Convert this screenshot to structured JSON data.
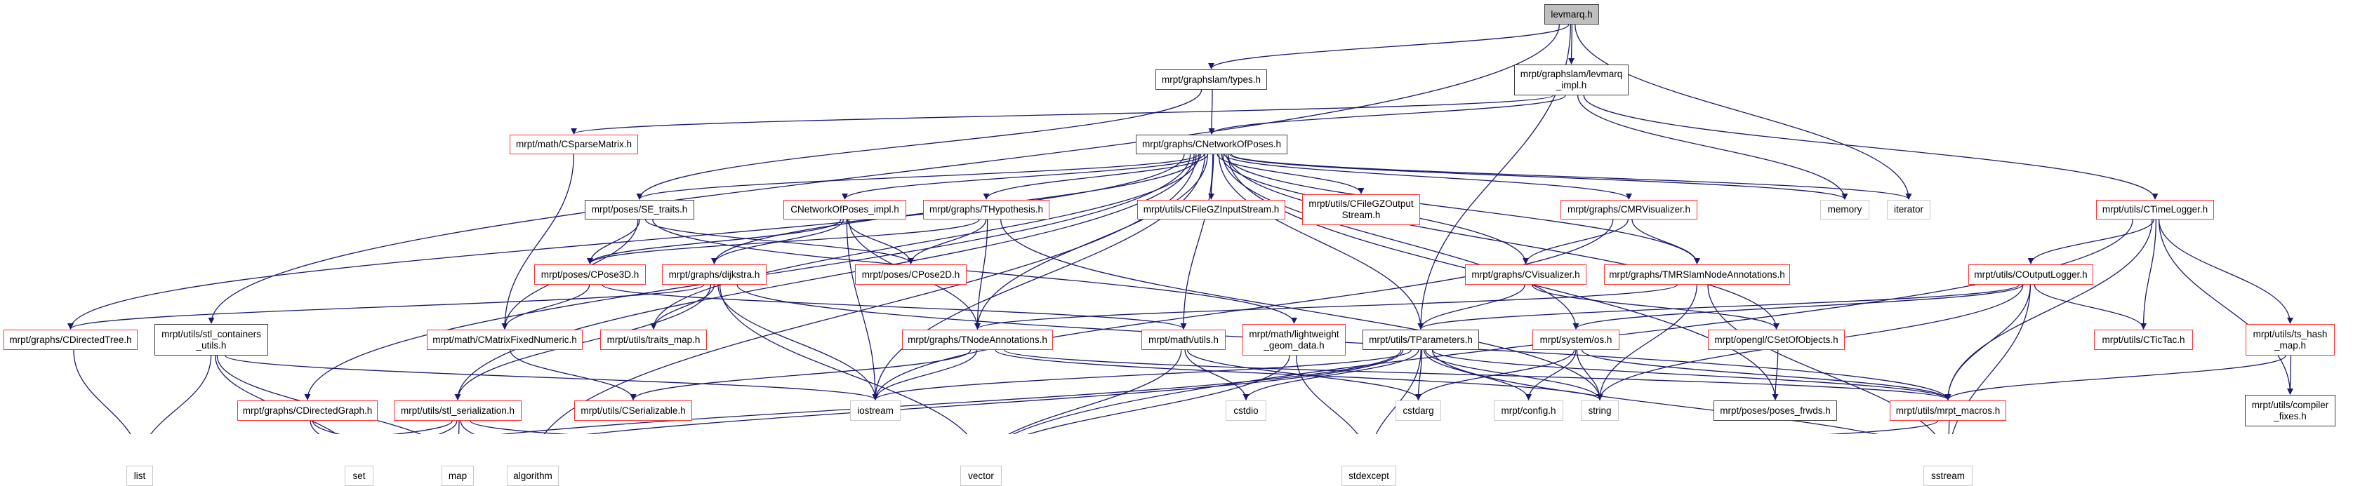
{
  "title": "levmarq.h",
  "colors": {
    "edge": "#191970",
    "link_border": "#ff3030",
    "doc_border": "#404040",
    "external_border": "#c8c8c8",
    "root_fill": "#bfbfbf"
  },
  "nodes": [
    {
      "id": "levmarq",
      "label": "levmarq.h",
      "kind": "root"
    },
    {
      "id": "types",
      "label": "mrpt/graphslam/types.h",
      "kind": "black"
    },
    {
      "id": "levmarq_impl",
      "label": "mrpt/graphslam/levmarq\n_impl.h",
      "kind": "black"
    },
    {
      "id": "CSparseMatrix",
      "label": "mrpt/math/CSparseMatrix.h",
      "kind": "red"
    },
    {
      "id": "CNetworkOfPoses",
      "label": "mrpt/graphs/CNetworkOfPoses.h",
      "kind": "black"
    },
    {
      "id": "SE_traits",
      "label": "mrpt/poses/SE_traits.h",
      "kind": "black"
    },
    {
      "id": "CNetworkOfPoses_impl",
      "label": "CNetworkOfPoses_impl.h",
      "kind": "red"
    },
    {
      "id": "THypothesis",
      "label": "mrpt/graphs/THypothesis.h",
      "kind": "red"
    },
    {
      "id": "CFileGZInputStream",
      "label": "mrpt/utils/CFileGZInputStream.h",
      "kind": "red"
    },
    {
      "id": "CFileGZOutputStream",
      "label": "mrpt/utils/CFileGZOutput\nStream.h",
      "kind": "red"
    },
    {
      "id": "CMRVisualizer",
      "label": "mrpt/graphs/CMRVisualizer.h",
      "kind": "red"
    },
    {
      "id": "memory",
      "label": "memory",
      "kind": "gray"
    },
    {
      "id": "iterator",
      "label": "iterator",
      "kind": "gray"
    },
    {
      "id": "CTimeLogger",
      "label": "mrpt/utils/CTimeLogger.h",
      "kind": "red"
    },
    {
      "id": "CPose3D",
      "label": "mrpt/poses/CPose3D.h",
      "kind": "red"
    },
    {
      "id": "dijkstra",
      "label": "mrpt/graphs/dijkstra.h",
      "kind": "red"
    },
    {
      "id": "CPose2D",
      "label": "mrpt/poses/CPose2D.h",
      "kind": "red"
    },
    {
      "id": "CVisualizer",
      "label": "mrpt/graphs/CVisualizer.h",
      "kind": "red"
    },
    {
      "id": "TMRSlamNodeAnnotations",
      "label": "mrpt/graphs/TMRSlamNodeAnnotations.h",
      "kind": "red"
    },
    {
      "id": "COutputLogger",
      "label": "mrpt/utils/COutputLogger.h",
      "kind": "red"
    },
    {
      "id": "CDirectedTree",
      "label": "mrpt/graphs/CDirectedTree.h",
      "kind": "red"
    },
    {
      "id": "stl_containers_utils",
      "label": "mrpt/utils/stl_containers\n_utils.h",
      "kind": "black"
    },
    {
      "id": "CMatrixFixedNumeric",
      "label": "mrpt/math/CMatrixFixedNumeric.h",
      "kind": "red"
    },
    {
      "id": "traits_map",
      "label": "mrpt/utils/traits_map.h",
      "kind": "red"
    },
    {
      "id": "TNodeAnnotations",
      "label": "mrpt/graphs/TNodeAnnotations.h",
      "kind": "red"
    },
    {
      "id": "math_utils",
      "label": "mrpt/math/utils.h",
      "kind": "red"
    },
    {
      "id": "lightweight_geom_data",
      "label": "mrpt/math/lightweight\n_geom_data.h",
      "kind": "red"
    },
    {
      "id": "TParameters",
      "label": "mrpt/utils/TParameters.h",
      "kind": "black"
    },
    {
      "id": "os",
      "label": "mrpt/system/os.h",
      "kind": "red"
    },
    {
      "id": "CSetOfObjects",
      "label": "mrpt/opengl/CSetOfObjects.h",
      "kind": "red"
    },
    {
      "id": "CTicTac",
      "label": "mrpt/utils/CTicTac.h",
      "kind": "red"
    },
    {
      "id": "ts_hash_map",
      "label": "mrpt/utils/ts_hash\n_map.h",
      "kind": "red"
    },
    {
      "id": "CDirectedGraph",
      "label": "mrpt/graphs/CDirectedGraph.h",
      "kind": "red"
    },
    {
      "id": "stl_serialization",
      "label": "mrpt/utils/stl_serialization.h",
      "kind": "red"
    },
    {
      "id": "CSerializable",
      "label": "mrpt/utils/CSerializable.h",
      "kind": "red"
    },
    {
      "id": "iostream",
      "label": "iostream",
      "kind": "gray"
    },
    {
      "id": "cstdio",
      "label": "cstdio",
      "kind": "gray"
    },
    {
      "id": "cstdarg",
      "label": "cstdarg",
      "kind": "gray"
    },
    {
      "id": "config",
      "label": "mrpt/config.h",
      "kind": "gray"
    },
    {
      "id": "string",
      "label": "string",
      "kind": "gray"
    },
    {
      "id": "poses_frwds",
      "label": "mrpt/poses/poses_frwds.h",
      "kind": "black"
    },
    {
      "id": "mrpt_macros",
      "label": "mrpt/utils/mrpt_macros.h",
      "kind": "red"
    },
    {
      "id": "compiler_fixes",
      "label": "mrpt/utils/compiler\n_fixes.h",
      "kind": "black"
    },
    {
      "id": "list",
      "label": "list",
      "kind": "gray"
    },
    {
      "id": "set",
      "label": "set",
      "kind": "gray"
    },
    {
      "id": "map",
      "label": "map",
      "kind": "gray"
    },
    {
      "id": "algorithm",
      "label": "algorithm",
      "kind": "gray"
    },
    {
      "id": "vector",
      "label": "vector",
      "kind": "gray"
    },
    {
      "id": "stdexcept",
      "label": "stdexcept",
      "kind": "gray"
    },
    {
      "id": "sstream",
      "label": "sstream",
      "kind": "gray"
    }
  ],
  "edges": [
    [
      "levmarq",
      "types"
    ],
    [
      "levmarq",
      "levmarq_impl"
    ],
    [
      "levmarq",
      "stl_containers_utils"
    ],
    [
      "levmarq",
      "iterator"
    ],
    [
      "levmarq",
      "TParameters"
    ],
    [
      "types",
      "CNetworkOfPoses"
    ],
    [
      "types",
      "SE_traits"
    ],
    [
      "levmarq_impl",
      "CNetworkOfPoses"
    ],
    [
      "levmarq_impl",
      "CSparseMatrix"
    ],
    [
      "levmarq_impl",
      "CTimeLogger"
    ],
    [
      "levmarq_impl",
      "memory"
    ],
    [
      "CNetworkOfPoses",
      "CDirectedTree"
    ],
    [
      "CNetworkOfPoses",
      "CDirectedGraph"
    ],
    [
      "CNetworkOfPoses",
      "stl_serialization"
    ],
    [
      "CNetworkOfPoses",
      "SE_traits"
    ],
    [
      "CNetworkOfPoses",
      "CNetworkOfPoses_impl"
    ],
    [
      "CNetworkOfPoses",
      "dijkstra"
    ],
    [
      "CNetworkOfPoses",
      "THypothesis"
    ],
    [
      "CNetworkOfPoses",
      "CFileGZInputStream"
    ],
    [
      "CNetworkOfPoses",
      "CFileGZOutputStream"
    ],
    [
      "CNetworkOfPoses",
      "CMRVisualizer"
    ],
    [
      "CNetworkOfPoses",
      "CVisualizer"
    ],
    [
      "CNetworkOfPoses",
      "TMRSlamNodeAnnotations"
    ],
    [
      "CNetworkOfPoses",
      "memory"
    ],
    [
      "CNetworkOfPoses",
      "iterator"
    ],
    [
      "CNetworkOfPoses",
      "TNodeAnnotations"
    ],
    [
      "CNetworkOfPoses",
      "math_utils"
    ],
    [
      "CNetworkOfPoses",
      "iostream"
    ],
    [
      "CNetworkOfPoses",
      "TParameters"
    ],
    [
      "CNetworkOfPoses",
      "os"
    ],
    [
      "CNetworkOfPoses",
      "CSetOfObjects"
    ],
    [
      "CNetworkOfPoses",
      "poses_frwds"
    ],
    [
      "CNetworkOfPoses",
      "traits_map"
    ],
    [
      "CNetworkOfPoses",
      "algorithm"
    ],
    [
      "SE_traits",
      "CPose3D"
    ],
    [
      "SE_traits",
      "CPose2D"
    ],
    [
      "SE_traits",
      "CMatrixFixedNumeric"
    ],
    [
      "SE_traits",
      "lightweight_geom_data"
    ],
    [
      "CNetworkOfPoses_impl",
      "CPose3D"
    ],
    [
      "CNetworkOfPoses_impl",
      "dijkstra"
    ],
    [
      "CNetworkOfPoses_impl",
      "CPose2D"
    ],
    [
      "CNetworkOfPoses_impl",
      "TNodeAnnotations"
    ],
    [
      "CNetworkOfPoses_impl",
      "iostream"
    ],
    [
      "THypothesis",
      "CPose3D"
    ],
    [
      "THypothesis",
      "CPose2D"
    ],
    [
      "THypothesis",
      "TNodeAnnotations"
    ],
    [
      "THypothesis",
      "string"
    ],
    [
      "CMRVisualizer",
      "CVisualizer"
    ],
    [
      "CMRVisualizer",
      "TMRSlamNodeAnnotations"
    ],
    [
      "CMRVisualizer",
      "iostream"
    ],
    [
      "CVisualizer",
      "TParameters"
    ],
    [
      "CVisualizer",
      "CSetOfObjects"
    ],
    [
      "TMRSlamNodeAnnotations",
      "TNodeAnnotations"
    ],
    [
      "TMRSlamNodeAnnotations",
      "string"
    ],
    [
      "TMRSlamNodeAnnotations",
      "sstream"
    ],
    [
      "CTimeLogger",
      "COutputLogger"
    ],
    [
      "CTimeLogger",
      "CTicTac"
    ],
    [
      "CTimeLogger",
      "ts_hash_map"
    ],
    [
      "CTimeLogger",
      "compiler_fixes"
    ],
    [
      "CTimeLogger",
      "mrpt_macros"
    ],
    [
      "CTimeLogger",
      "vector"
    ],
    [
      "COutputLogger",
      "TParameters"
    ],
    [
      "COutputLogger",
      "CTicTac"
    ],
    [
      "COutputLogger",
      "mrpt_macros"
    ],
    [
      "COutputLogger",
      "sstream"
    ],
    [
      "COutputLogger",
      "string"
    ],
    [
      "COutputLogger",
      "os"
    ],
    [
      "CPose3D",
      "CMatrixFixedNumeric"
    ],
    [
      "CPose3D",
      "math_utils"
    ],
    [
      "dijkstra",
      "CDirectedTree"
    ],
    [
      "dijkstra",
      "traits_map"
    ],
    [
      "dijkstra",
      "iostream"
    ],
    [
      "dijkstra",
      "vector"
    ],
    [
      "dijkstra",
      "stl_serialization"
    ],
    [
      "dijkstra",
      "mrpt_macros"
    ],
    [
      "CSparseMatrix",
      "CMatrixFixedNumeric"
    ],
    [
      "CMatrixFixedNumeric",
      "CSerializable"
    ],
    [
      "stl_containers_utils",
      "list"
    ],
    [
      "stl_containers_utils",
      "set"
    ],
    [
      "stl_containers_utils",
      "map"
    ],
    [
      "stl_containers_utils",
      "iostream"
    ],
    [
      "CDirectedTree",
      "list"
    ],
    [
      "CDirectedGraph",
      "set"
    ],
    [
      "CDirectedGraph",
      "map"
    ],
    [
      "stl_serialization",
      "list"
    ],
    [
      "stl_serialization",
      "set"
    ],
    [
      "stl_serialization",
      "map"
    ],
    [
      "stl_serialization",
      "algorithm"
    ],
    [
      "stl_serialization",
      "vector"
    ],
    [
      "TNodeAnnotations",
      "CSerializable"
    ],
    [
      "TNodeAnnotations",
      "iostream"
    ],
    [
      "TNodeAnnotations",
      "string"
    ],
    [
      "TNodeAnnotations",
      "mrpt_macros"
    ],
    [
      "math_utils",
      "cstdio"
    ],
    [
      "math_utils",
      "vector"
    ],
    [
      "math_utils",
      "cstdarg"
    ],
    [
      "lightweight_geom_data",
      "vector"
    ],
    [
      "lightweight_geom_data",
      "stdexcept"
    ],
    [
      "TParameters",
      "cstdarg"
    ],
    [
      "TParameters",
      "config"
    ],
    [
      "TParameters",
      "string"
    ],
    [
      "TParameters",
      "stdexcept"
    ],
    [
      "TParameters",
      "cstdio"
    ],
    [
      "TParameters",
      "sstream"
    ],
    [
      "TParameters",
      "mrpt_macros"
    ],
    [
      "TParameters",
      "iostream"
    ],
    [
      "TParameters",
      "map"
    ],
    [
      "TParameters",
      "set"
    ],
    [
      "os",
      "cstdarg"
    ],
    [
      "os",
      "config"
    ],
    [
      "os",
      "mrpt_macros"
    ],
    [
      "os",
      "string"
    ],
    [
      "CSetOfObjects",
      "poses_frwds"
    ],
    [
      "ts_hash_map",
      "mrpt_macros"
    ],
    [
      "ts_hash_map",
      "compiler_fixes"
    ],
    [
      "mrpt_macros",
      "sstream"
    ],
    [
      "mrpt_macros",
      "stdexcept"
    ]
  ]
}
